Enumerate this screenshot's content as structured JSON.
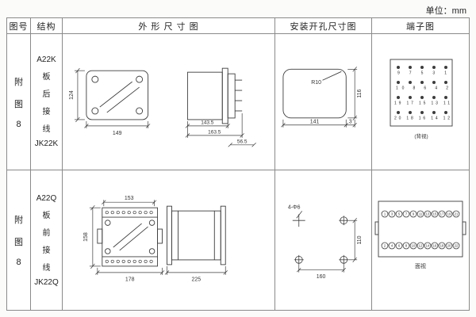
{
  "unit_label": "单位：mm",
  "header": {
    "col_fig": "图号",
    "col_struct": "结构",
    "col_outline": "外 形 尺 寸 图",
    "col_mount": "安装开孔尺寸图",
    "col_terminal": "端子图"
  },
  "rows": [
    {
      "fig": {
        "l1": "附",
        "l2": "图",
        "l3": "8"
      },
      "structure": {
        "l1": "A22K",
        "l2": "板",
        "l3": "后",
        "l4": "接",
        "l5": "线",
        "l6": "JK22K"
      },
      "outline": {
        "height": "124",
        "width": "149",
        "depth1": "143.5",
        "depth2": "163.5",
        "depth3": "56.5"
      },
      "mount": {
        "radius": "R10",
        "height": "116",
        "width": "141",
        "edge": "3"
      },
      "terminal": {
        "row1": "9 7 5 3 1",
        "row2": "10 8 6 4 2",
        "row3": "19 17 15 13 11",
        "row4": "20 18 16 14 12",
        "caption": "(背视)"
      }
    },
    {
      "fig": {
        "l1": "附",
        "l2": "图",
        "l3": "8"
      },
      "structure": {
        "l1": "A22Q",
        "l2": "板",
        "l3": "前",
        "l4": "接",
        "l5": "线",
        "l6": "JK22Q"
      },
      "outline": {
        "top": "153",
        "height": "158",
        "bottom": "178",
        "depth": "225"
      },
      "mount": {
        "holes": "4-Φ6",
        "height": "110",
        "width": "160"
      },
      "terminal": {
        "top": [
          1,
          3,
          5,
          7,
          9,
          11,
          13,
          15,
          17,
          19,
          21
        ],
        "bottom": [
          2,
          4,
          6,
          8,
          10,
          12,
          14,
          16,
          18,
          20,
          22
        ],
        "caption": "面视"
      }
    }
  ]
}
